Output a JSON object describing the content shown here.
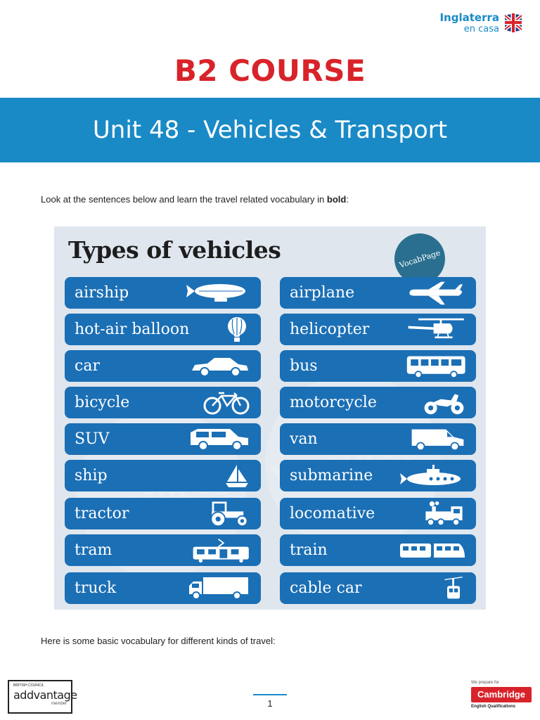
{
  "header": {
    "logo_main": "Inglaterra",
    "logo_sub": "en casa",
    "course_title": "B2 COURSE",
    "unit_title": "Unit 48 - Vehicles & Transport"
  },
  "intro": {
    "text": "Look at the sentences below and learn the travel related vocabulary in ",
    "bold": "bold",
    "suffix": ":"
  },
  "infographic": {
    "title": "Types of vehicles",
    "badge": "VocabPage",
    "watermark": "VocabPage",
    "left_column": [
      {
        "label": "airship",
        "icon": "airship-icon"
      },
      {
        "label": "hot-air balloon",
        "icon": "hot-air-balloon-icon"
      },
      {
        "label": "car",
        "icon": "car-icon"
      },
      {
        "label": "bicycle",
        "icon": "bicycle-icon"
      },
      {
        "label": "SUV",
        "icon": "suv-icon"
      },
      {
        "label": "ship",
        "icon": "ship-icon"
      },
      {
        "label": "tractor",
        "icon": "tractor-icon"
      },
      {
        "label": "tram",
        "icon": "tram-icon"
      },
      {
        "label": "truck",
        "icon": "truck-icon"
      }
    ],
    "right_column": [
      {
        "label": "airplane",
        "icon": "airplane-icon"
      },
      {
        "label": "helicopter",
        "icon": "helicopter-icon"
      },
      {
        "label": "bus",
        "icon": "bus-icon"
      },
      {
        "label": "motorcycle",
        "icon": "motorcycle-icon"
      },
      {
        "label": "van",
        "icon": "van-icon"
      },
      {
        "label": "submarine",
        "icon": "submarine-icon"
      },
      {
        "label": "locomative",
        "icon": "locomotive-icon"
      },
      {
        "label": "train",
        "icon": "train-icon"
      },
      {
        "label": "cable car",
        "icon": "cable-car-icon"
      }
    ]
  },
  "travel_text": "Here is some basic vocabulary for different kinds of travel:",
  "footer": {
    "left_small": "BRITISH COUNCIL",
    "left_main": "addvantage",
    "left_member": "member",
    "page_number": "1",
    "right_top": "We prepare for",
    "right_brand": "Cambridge",
    "right_bottom": "English Qualifications"
  },
  "colors": {
    "brand_blue": "#1a8ac6",
    "title_red": "#d8232a",
    "pill_blue": "#1b6fb5",
    "infographic_bg": "#dfe6ee"
  }
}
